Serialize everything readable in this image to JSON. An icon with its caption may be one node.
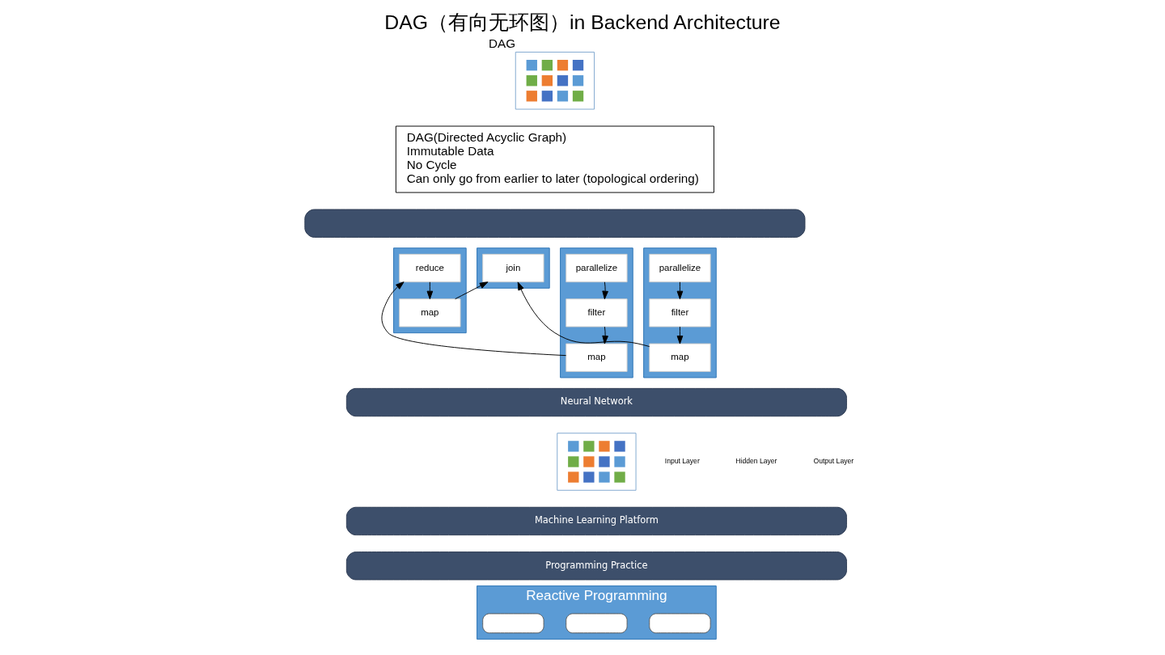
{
  "diagram": {
    "title": "DAG（有向无环图）in Backend Architecture",
    "nodes": [
      {
        "text": [],
        "shape": "picture",
        "beside": [
          "DAG"
        ]
      },
      {
        "text": [
          "DAG(Directed Acyclic Graph)",
          "Immutable Data",
          "No Cycle",
          "Can only go from earlier to later (topological ordering)"
        ]
      },
      {
        "text": [],
        "shape": "bar"
      },
      {
        "text": [],
        "shape": "box"
      },
      {
        "text": [
          "parallelize"
        ],
        "in": 3
      },
      {
        "text": [
          "filter"
        ],
        "in": 3
      },
      {
        "text": [
          "map"
        ],
        "in": 3
      },
      {
        "text": [],
        "shape": "box"
      },
      {
        "text": [
          "reduce"
        ],
        "in": 7
      },
      {
        "text": [
          "map"
        ],
        "in": 7
      },
      {
        "text": [],
        "shape": "box"
      },
      {
        "text": [
          "parallelize"
        ],
        "in": 10
      },
      {
        "text": [
          "filter"
        ],
        "in": 10
      },
      {
        "text": [
          "map"
        ],
        "in": 10
      },
      {
        "text": [],
        "shape": "box"
      },
      {
        "text": [
          "join"
        ],
        "in": 14
      },
      {
        "text": [
          "Neural Network"
        ]
      },
      {
        "text": [],
        "shape": "picture"
      },
      {
        "text": [
          "Machine Learning Platform"
        ]
      },
      {
        "text": [
          "Programming Practice"
        ]
      },
      {
        "text": [
          "Reactive Programming"
        ]
      },
      {
        "text": [],
        "shape": "box",
        "in": 20
      },
      {
        "text": [],
        "shape": "box",
        "in": 20
      },
      {
        "text": [],
        "shape": "box",
        "in": 20
      }
    ],
    "edges": [
      {
        "from": 4,
        "to": 5,
        "arrow": "to"
      },
      {
        "from": 5,
        "to": 6,
        "arrow": "to"
      },
      {
        "from": 6,
        "to": 8,
        "arrow": "to"
      },
      {
        "from": 8,
        "to": 9,
        "arrow": "to"
      },
      {
        "from": 9,
        "to": 15,
        "arrow": "to"
      },
      {
        "from": 11,
        "to": 12,
        "arrow": "to"
      },
      {
        "from": 12,
        "to": 13,
        "arrow": "to"
      },
      {
        "from": 13,
        "to": 15,
        "arrow": "to"
      }
    ],
    "labels": [
      "Input Layer",
      "Hidden Layer",
      "Output Layer"
    ]
  }
}
